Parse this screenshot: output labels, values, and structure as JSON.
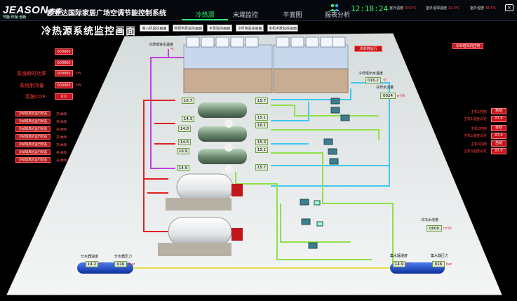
{
  "brand": {
    "name": "JEASON",
    "suffix": "杰森",
    "tagline": "节能·环保·创新"
  },
  "app_title": "欧亚达国际家居广场空调节能控制系统",
  "nav": {
    "tabs": [
      {
        "label": "冷热源"
      },
      {
        "label": "末端监控"
      },
      {
        "label": "平面图"
      },
      {
        "label": "报表分析"
      }
    ]
  },
  "clock": "12:18:24",
  "status": {
    "outdoor_temp_label": "室外温度",
    "outdoor_temp_value": "00.0℃",
    "outdoor_wet_label": "室外湿球温度",
    "outdoor_wet_value": "11.0℃",
    "outdoor_hum_label": "室外湿度",
    "outdoor_hum_value": "36.5%"
  },
  "page_title": "冷热源系统监控画面",
  "sub_nav": [
    {
      "label": "离心机监控画面"
    },
    {
      "label": "地源热泵监控画面"
    },
    {
      "label": "水泵监控画面"
    },
    {
      "label": "冷却塔监控画面"
    },
    {
      "label": "全机房数监控画面"
    }
  ],
  "left_panel": {
    "box1": "000000",
    "box2": "000000",
    "power_label": "系统瞬时功率",
    "power_value": "000000",
    "power_unit": "kW",
    "cool_label": "系统制冷量",
    "cool_value": "000000",
    "cool_unit": "kW",
    "cop_label": "系统COP",
    "cop_value": "0.0"
  },
  "alarms": [
    {
      "label": "冷却塔风机运行状态",
      "state": "开/故障"
    },
    {
      "label": "冷却塔风机运行状态",
      "state": "开/故障"
    },
    {
      "label": "冷却塔风机运行状态",
      "state": "开/故障"
    },
    {
      "label": "冷却塔风机运行状态",
      "state": "开/故障"
    },
    {
      "label": "冷却塔风机运行状态",
      "state": "开/故障"
    },
    {
      "label": "冷却塔风机运行状态",
      "state": "开/故障"
    },
    {
      "label": "冷却塔风机运行状态",
      "state": "开/故障"
    }
  ],
  "right_panel": {
    "top_badge": "冷却塔风机控制",
    "mid_badge": "冷却塔运行",
    "controls": [
      {
        "label": "主机1控制",
        "value": "自动"
      },
      {
        "label": "主机1温度设定",
        "value": "07.0"
      },
      {
        "label": "主机2控制",
        "value": "自动"
      },
      {
        "label": "主机2温度设定",
        "value": "07.0"
      },
      {
        "label": "主机3控制",
        "value": "自动"
      },
      {
        "label": "主机3温度设定",
        "value": "07.0"
      }
    ]
  },
  "plant": {
    "cooling_tower_inlet_label": "冷却塔进水温度",
    "cooling_tower_inlet_unit": "℃",
    "cooling_tower_outlet_label": "冷却塔出水温度",
    "cooling_tower_outlet_value": "016.2",
    "cooling_tower_outlet_unit": "℃",
    "cooling_flow_label": "冷却水流量",
    "cooling_flow_value": "0024",
    "cooling_flow_unit": "m³/h",
    "chilled_flow_label": "冷冻水流量",
    "chilled_flow_value": "0000",
    "chilled_flow_unit": "m³/h",
    "chiller_left_temps": [
      "16.7",
      "14.3",
      "14.8",
      "14.6",
      "16.9",
      "14.9"
    ],
    "chiller_right_temps": [
      "15.7",
      "15.1",
      "16.1",
      "15.3",
      "15.1",
      "15.7"
    ],
    "supply_temp_label": "分水器温度",
    "supply_temp_value": "14.2",
    "supply_temp_unit": "℃",
    "supply_press_label": "分水器压力",
    "supply_press_value": "016",
    "supply_press_unit": "bar",
    "return_temp_label": "集水器温度",
    "return_temp_value": "14.9",
    "return_temp_unit": "℃",
    "return_press_label": "集水器压力",
    "return_press_value": "016",
    "return_press_unit": "bar"
  },
  "colors": {
    "accent_green": "#27ff6a",
    "alarm_red": "#c8151b",
    "pipe_red": "#d22",
    "pipe_blue": "#3fc8f4",
    "pipe_green": "#8fe04a",
    "pipe_purple": "#c040e0",
    "floor": "#e9ecec"
  }
}
